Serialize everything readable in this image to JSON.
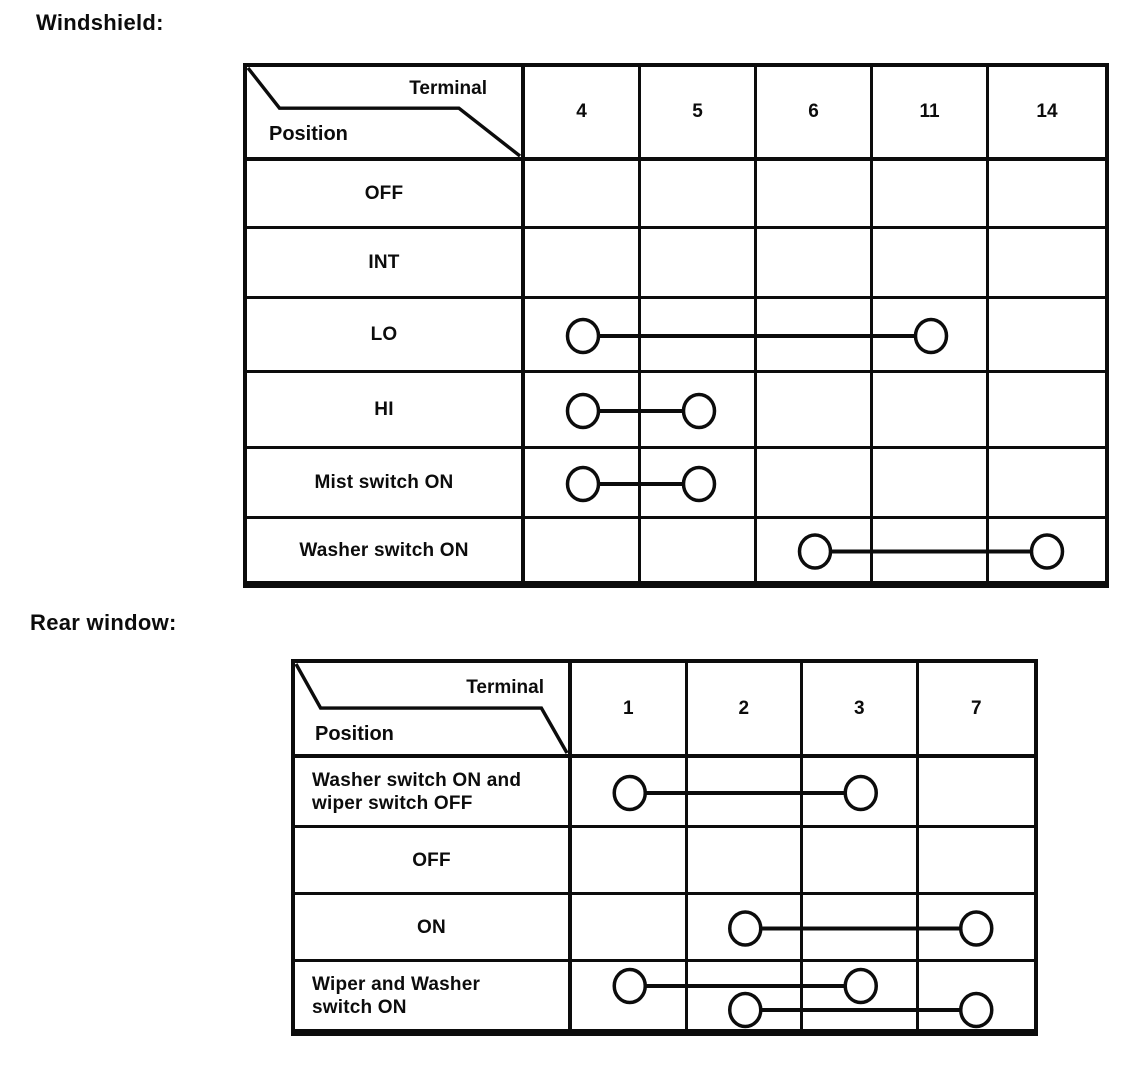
{
  "page": {
    "background": "#ffffff",
    "ink_color": "#0c0c0c"
  },
  "sections": [
    {
      "id": "windshield",
      "title": "Windshield:",
      "table": {
        "corner": {
          "terminal": "Terminal",
          "position": "Position"
        },
        "terminals": [
          "4",
          "5",
          "6",
          "11",
          "14"
        ],
        "rows": [
          {
            "label_lines": [
              "OFF"
            ],
            "connections": []
          },
          {
            "label_lines": [
              "INT"
            ],
            "connections": []
          },
          {
            "label_lines": [
              "LO"
            ],
            "connections": [
              {
                "from": "4",
                "to": "11"
              }
            ]
          },
          {
            "label_lines": [
              "HI"
            ],
            "connections": [
              {
                "from": "4",
                "to": "5"
              }
            ]
          },
          {
            "label_lines": [
              "Mist switch ON"
            ],
            "connections": [
              {
                "from": "4",
                "to": "5"
              }
            ]
          },
          {
            "label_lines": [
              "Washer switch ON"
            ],
            "connections": [
              {
                "from": "6",
                "to": "14"
              }
            ]
          }
        ]
      }
    },
    {
      "id": "rear-window",
      "title": "Rear window:",
      "table": {
        "corner": {
          "terminal": "Terminal",
          "position": "Position"
        },
        "terminals": [
          "1",
          "2",
          "3",
          "7"
        ],
        "rows": [
          {
            "label_lines": [
              "Washer switch ON and",
              "wiper switch OFF"
            ],
            "connections": [
              {
                "from": "1",
                "to": "3"
              }
            ]
          },
          {
            "label_lines": [
              "OFF"
            ],
            "connections": []
          },
          {
            "label_lines": [
              "ON"
            ],
            "connections": [
              {
                "from": "2",
                "to": "7"
              }
            ]
          },
          {
            "label_lines": [
              "Wiper and Washer",
              "switch ON"
            ],
            "connections": [
              {
                "from": "1",
                "to": "3",
                "lane": "upper"
              },
              {
                "from": "2",
                "to": "7",
                "lane": "lower"
              }
            ]
          }
        ]
      }
    }
  ]
}
